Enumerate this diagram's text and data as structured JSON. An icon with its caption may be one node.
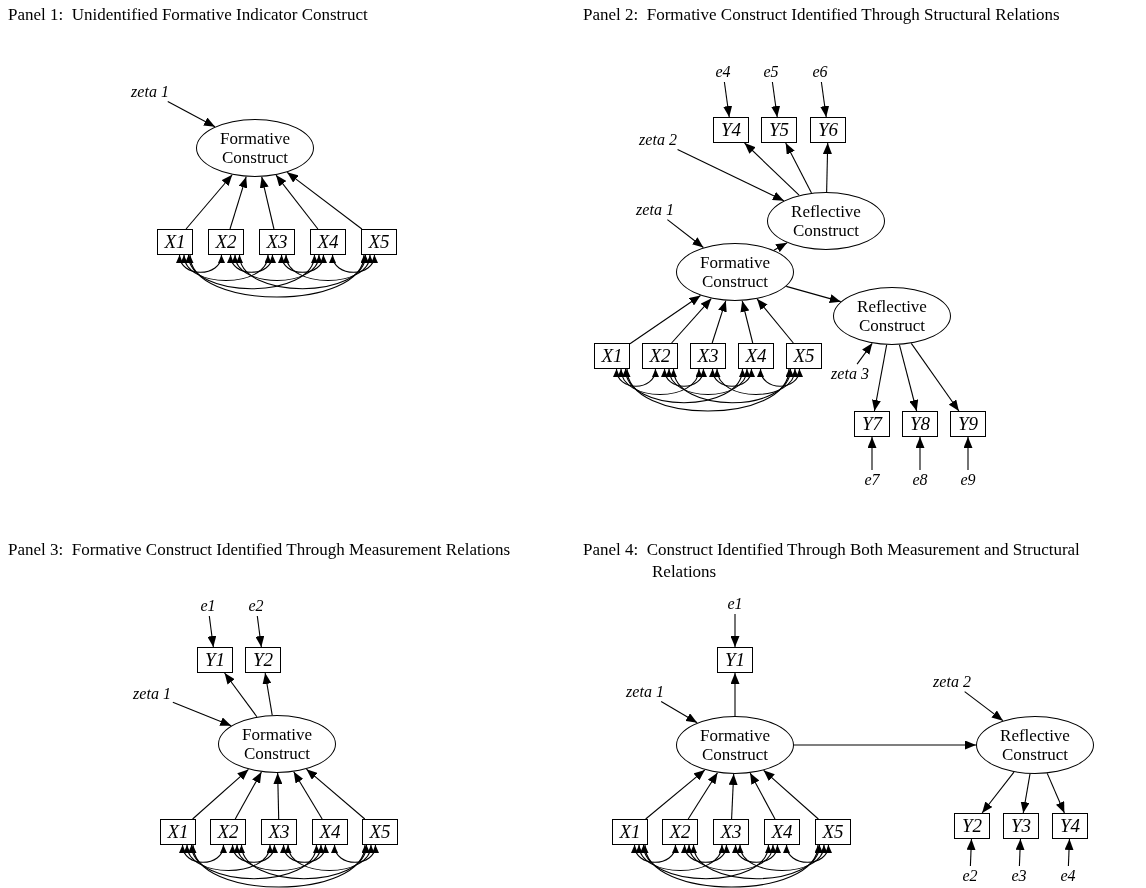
{
  "diagram": {
    "nodes": [
      {
        "text": [
          "Panel 1:  Unidentified Formative Indicator Construct"
        ]
      },
      {
        "text": [
          "zeta 1"
        ],
        "in": 0
      },
      {
        "text": [
          "Formative Construct"
        ],
        "in": 0
      },
      {
        "text": [
          "X1"
        ],
        "in": 0
      },
      {
        "text": [
          "X2"
        ],
        "in": 0
      },
      {
        "text": [
          "X3"
        ],
        "in": 0
      },
      {
        "text": [
          "X4"
        ],
        "in": 0
      },
      {
        "text": [
          "X5"
        ],
        "in": 0
      },
      {
        "text": [
          "Panel 2:  Formative Construct Identified Through Structural Relations"
        ]
      },
      {
        "text": [
          "e4"
        ],
        "in": 8
      },
      {
        "text": [
          "e5"
        ],
        "in": 8
      },
      {
        "text": [
          "e6"
        ],
        "in": 8
      },
      {
        "text": [
          "Y4"
        ],
        "in": 8
      },
      {
        "text": [
          "Y5"
        ],
        "in": 8
      },
      {
        "text": [
          "Y6"
        ],
        "in": 8
      },
      {
        "text": [
          "zeta 2"
        ],
        "in": 8
      },
      {
        "text": [
          "Reflective Construct"
        ],
        "in": 8
      },
      {
        "text": [
          "zeta 1"
        ],
        "in": 8
      },
      {
        "text": [
          "Formative Construct"
        ],
        "in": 8
      },
      {
        "text": [
          "Reflective Construct"
        ],
        "in": 8
      },
      {
        "text": [
          "zeta 3"
        ],
        "in": 8
      },
      {
        "text": [
          "X1"
        ],
        "in": 8
      },
      {
        "text": [
          "X2"
        ],
        "in": 8
      },
      {
        "text": [
          "X3"
        ],
        "in": 8
      },
      {
        "text": [
          "X4"
        ],
        "in": 8
      },
      {
        "text": [
          "X5"
        ],
        "in": 8
      },
      {
        "text": [
          "Y7"
        ],
        "in": 8
      },
      {
        "text": [
          "Y8"
        ],
        "in": 8
      },
      {
        "text": [
          "Y9"
        ],
        "in": 8
      },
      {
        "text": [
          "e7"
        ],
        "in": 8
      },
      {
        "text": [
          "e8"
        ],
        "in": 8
      },
      {
        "text": [
          "e9"
        ],
        "in": 8
      },
      {
        "text": [
          "Panel 3:  Formative Construct Identified Through Measurement Relations"
        ]
      },
      {
        "text": [
          "e1"
        ],
        "in": 32
      },
      {
        "text": [
          "e2"
        ],
        "in": 32
      },
      {
        "text": [
          "Y1"
        ],
        "in": 32
      },
      {
        "text": [
          "Y2"
        ],
        "in": 32
      },
      {
        "text": [
          "zeta 1"
        ],
        "in": 32
      },
      {
        "text": [
          "Formative Construct"
        ],
        "in": 32
      },
      {
        "text": [
          "X1"
        ],
        "in": 32
      },
      {
        "text": [
          "X2"
        ],
        "in": 32
      },
      {
        "text": [
          "X3"
        ],
        "in": 32
      },
      {
        "text": [
          "X4"
        ],
        "in": 32
      },
      {
        "text": [
          "X5"
        ],
        "in": 32
      },
      {
        "text": [
          "Panel 4:  Construct Identified Through Both Measurement and Structural Relations"
        ]
      },
      {
        "text": [
          "e1"
        ],
        "in": 44
      },
      {
        "text": [
          "Y1"
        ],
        "in": 44
      },
      {
        "text": [
          "zeta 1"
        ],
        "in": 44
      },
      {
        "text": [
          "zeta 2"
        ],
        "in": 44
      },
      {
        "text": [
          "Formative Construct"
        ],
        "in": 44
      },
      {
        "text": [
          "Reflective Construct"
        ],
        "in": 44
      },
      {
        "text": [
          "X1"
        ],
        "in": 44
      },
      {
        "text": [
          "X2"
        ],
        "in": 44
      },
      {
        "text": [
          "X3"
        ],
        "in": 44
      },
      {
        "text": [
          "X4"
        ],
        "in": 44
      },
      {
        "text": [
          "X5"
        ],
        "in": 44
      },
      {
        "text": [
          "Y2"
        ],
        "in": 44
      },
      {
        "text": [
          "Y3"
        ],
        "in": 44
      },
      {
        "text": [
          "Y4"
        ],
        "in": 44
      },
      {
        "text": [
          "e2"
        ],
        "in": 44
      },
      {
        "text": [
          "e3"
        ],
        "in": 44
      },
      {
        "text": [
          "e4"
        ],
        "in": 44
      }
    ],
    "edges": [
      {
        "from": 1,
        "to": 2,
        "arrow": "to"
      },
      {
        "from": 3,
        "to": 2,
        "arrow": "to"
      },
      {
        "from": 4,
        "to": 2,
        "arrow": "to"
      },
      {
        "from": 5,
        "to": 2,
        "arrow": "to"
      },
      {
        "from": 6,
        "to": 2,
        "arrow": "to"
      },
      {
        "from": 7,
        "to": 2,
        "arrow": "to"
      },
      {
        "from": 3,
        "to": 4,
        "arrow": "both"
      },
      {
        "from": 3,
        "to": 5,
        "arrow": "both"
      },
      {
        "from": 3,
        "to": 6,
        "arrow": "both"
      },
      {
        "from": 3,
        "to": 7,
        "arrow": "both"
      },
      {
        "from": 4,
        "to": 5,
        "arrow": "both"
      },
      {
        "from": 4,
        "to": 6,
        "arrow": "both"
      },
      {
        "from": 4,
        "to": 7,
        "arrow": "both"
      },
      {
        "from": 5,
        "to": 6,
        "arrow": "both"
      },
      {
        "from": 5,
        "to": 7,
        "arrow": "both"
      },
      {
        "from": 6,
        "to": 7,
        "arrow": "both"
      },
      {
        "from": 9,
        "to": 12,
        "arrow": "to"
      },
      {
        "from": 10,
        "to": 13,
        "arrow": "to"
      },
      {
        "from": 11,
        "to": 14,
        "arrow": "to"
      },
      {
        "from": 16,
        "to": 12,
        "arrow": "to"
      },
      {
        "from": 16,
        "to": 13,
        "arrow": "to"
      },
      {
        "from": 16,
        "to": 14,
        "arrow": "to"
      },
      {
        "from": 15,
        "to": 16,
        "arrow": "to"
      },
      {
        "from": 17,
        "to": 18,
        "arrow": "to"
      },
      {
        "from": 18,
        "to": 16,
        "arrow": "to"
      },
      {
        "from": 18,
        "to": 19,
        "arrow": "to"
      },
      {
        "from": 21,
        "to": 18,
        "arrow": "to"
      },
      {
        "from": 22,
        "to": 18,
        "arrow": "to"
      },
      {
        "from": 23,
        "to": 18,
        "arrow": "to"
      },
      {
        "from": 24,
        "to": 18,
        "arrow": "to"
      },
      {
        "from": 25,
        "to": 18,
        "arrow": "to"
      },
      {
        "from": 21,
        "to": 22,
        "arrow": "both"
      },
      {
        "from": 21,
        "to": 23,
        "arrow": "both"
      },
      {
        "from": 21,
        "to": 24,
        "arrow": "both"
      },
      {
        "from": 21,
        "to": 25,
        "arrow": "both"
      },
      {
        "from": 22,
        "to": 23,
        "arrow": "both"
      },
      {
        "from": 22,
        "to": 24,
        "arrow": "both"
      },
      {
        "from": 22,
        "to": 25,
        "arrow": "both"
      },
      {
        "from": 23,
        "to": 24,
        "arrow": "both"
      },
      {
        "from": 23,
        "to": 25,
        "arrow": "both"
      },
      {
        "from": 24,
        "to": 25,
        "arrow": "both"
      },
      {
        "from": 20,
        "to": 19,
        "arrow": "to"
      },
      {
        "from": 19,
        "to": 26,
        "arrow": "to"
      },
      {
        "from": 19,
        "to": 27,
        "arrow": "to"
      },
      {
        "from": 19,
        "to": 28,
        "arrow": "to"
      },
      {
        "from": 29,
        "to": 26,
        "arrow": "to"
      },
      {
        "from": 30,
        "to": 27,
        "arrow": "to"
      },
      {
        "from": 31,
        "to": 28,
        "arrow": "to"
      },
      {
        "from": 33,
        "to": 35,
        "arrow": "to"
      },
      {
        "from": 34,
        "to": 36,
        "arrow": "to"
      },
      {
        "from": 38,
        "to": 35,
        "arrow": "to"
      },
      {
        "from": 38,
        "to": 36,
        "arrow": "to"
      },
      {
        "from": 37,
        "to": 38,
        "arrow": "to"
      },
      {
        "from": 39,
        "to": 38,
        "arrow": "to"
      },
      {
        "from": 40,
        "to": 38,
        "arrow": "to"
      },
      {
        "from": 41,
        "to": 38,
        "arrow": "to"
      },
      {
        "from": 42,
        "to": 38,
        "arrow": "to"
      },
      {
        "from": 43,
        "to": 38,
        "arrow": "to"
      },
      {
        "from": 39,
        "to": 40,
        "arrow": "both"
      },
      {
        "from": 39,
        "to": 41,
        "arrow": "both"
      },
      {
        "from": 39,
        "to": 42,
        "arrow": "both"
      },
      {
        "from": 39,
        "to": 43,
        "arrow": "both"
      },
      {
        "from": 40,
        "to": 41,
        "arrow": "both"
      },
      {
        "from": 40,
        "to": 42,
        "arrow": "both"
      },
      {
        "from": 40,
        "to": 43,
        "arrow": "both"
      },
      {
        "from": 41,
        "to": 42,
        "arrow": "both"
      },
      {
        "from": 41,
        "to": 43,
        "arrow": "both"
      },
      {
        "from": 42,
        "to": 43,
        "arrow": "both"
      },
      {
        "from": 45,
        "to": 46,
        "arrow": "to"
      },
      {
        "from": 49,
        "to": 46,
        "arrow": "to"
      },
      {
        "from": 47,
        "to": 49,
        "arrow": "to"
      },
      {
        "from": 48,
        "to": 50,
        "arrow": "to"
      },
      {
        "from": 49,
        "to": 50,
        "arrow": "to"
      },
      {
        "from": 51,
        "to": 49,
        "arrow": "to"
      },
      {
        "from": 52,
        "to": 49,
        "arrow": "to"
      },
      {
        "from": 53,
        "to": 49,
        "arrow": "to"
      },
      {
        "from": 54,
        "to": 49,
        "arrow": "to"
      },
      {
        "from": 55,
        "to": 49,
        "arrow": "to"
      },
      {
        "from": 51,
        "to": 52,
        "arrow": "both"
      },
      {
        "from": 51,
        "to": 53,
        "arrow": "both"
      },
      {
        "from": 51,
        "to": 54,
        "arrow": "both"
      },
      {
        "from": 51,
        "to": 55,
        "arrow": "both"
      },
      {
        "from": 52,
        "to": 53,
        "arrow": "both"
      },
      {
        "from": 52,
        "to": 54,
        "arrow": "both"
      },
      {
        "from": 52,
        "to": 55,
        "arrow": "both"
      },
      {
        "from": 53,
        "to": 54,
        "arrow": "both"
      },
      {
        "from": 53,
        "to": 55,
        "arrow": "both"
      },
      {
        "from": 54,
        "to": 55,
        "arrow": "both"
      },
      {
        "from": 50,
        "to": 56,
        "arrow": "to"
      },
      {
        "from": 50,
        "to": 57,
        "arrow": "to"
      },
      {
        "from": 50,
        "to": 58,
        "arrow": "to"
      },
      {
        "from": 59,
        "to": 56,
        "arrow": "to"
      },
      {
        "from": 60,
        "to": 57,
        "arrow": "to"
      },
      {
        "from": 61,
        "to": 58,
        "arrow": "to"
      }
    ]
  }
}
